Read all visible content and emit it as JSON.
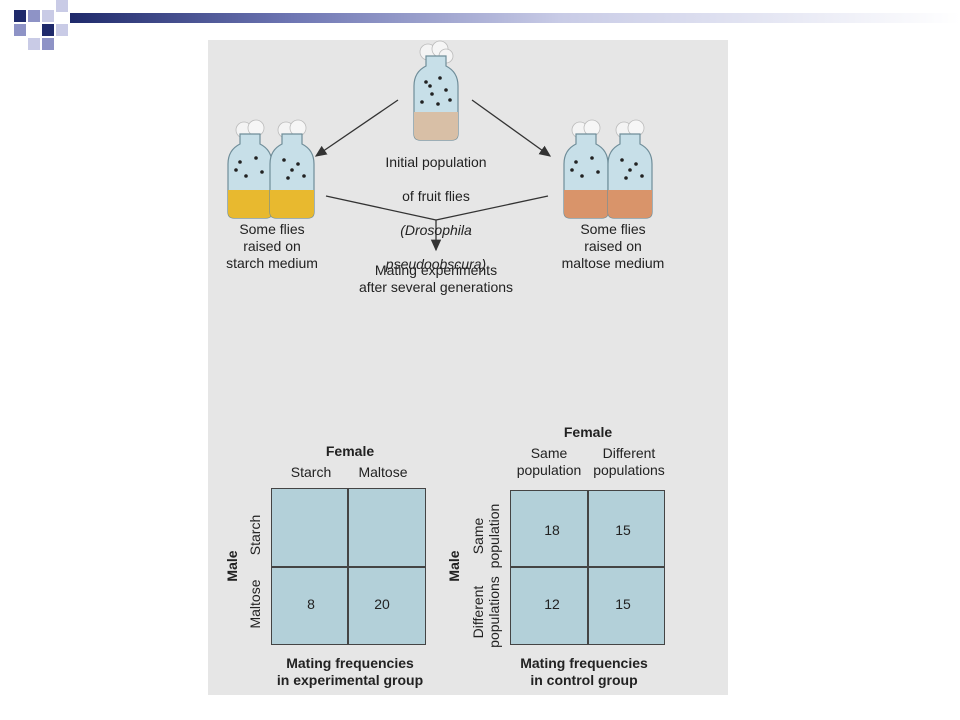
{
  "flow": {
    "initial_line1": "Initial population",
    "initial_line2": "of fruit flies",
    "initial_species1": "(Drosophila",
    "initial_species2": "pseudoobscura)",
    "starch_label": "Some flies\nraised on\nstarch medium",
    "maltose_label": "Some flies\nraised on\nmaltose medium",
    "mating_label": "Mating experiments\nafter several generations"
  },
  "experimental_table": {
    "female_title": "Female",
    "male_title": "Male",
    "col_headers": [
      "Starch",
      "Maltose"
    ],
    "row_headers": [
      "Starch",
      "Maltose"
    ],
    "cells": [
      [
        "",
        ""
      ],
      [
        "8",
        "20"
      ]
    ],
    "caption": "Mating frequencies\nin experimental group"
  },
  "control_table": {
    "female_title": "Female",
    "male_title": "Male",
    "col_headers": [
      "Same\npopulation",
      "Different\npopulations"
    ],
    "row_headers": [
      "Same\npopulation",
      "Different\npopulations"
    ],
    "cells": [
      [
        "18",
        "15"
      ],
      [
        "12",
        "15"
      ]
    ],
    "caption": "Mating frequencies\nin control group"
  },
  "colors": {
    "initial_medium": "#d8bfa6",
    "starch_medium": "#e8b92f",
    "maltose_medium": "#d9946a",
    "grid_fill": "#b3d0d9"
  }
}
